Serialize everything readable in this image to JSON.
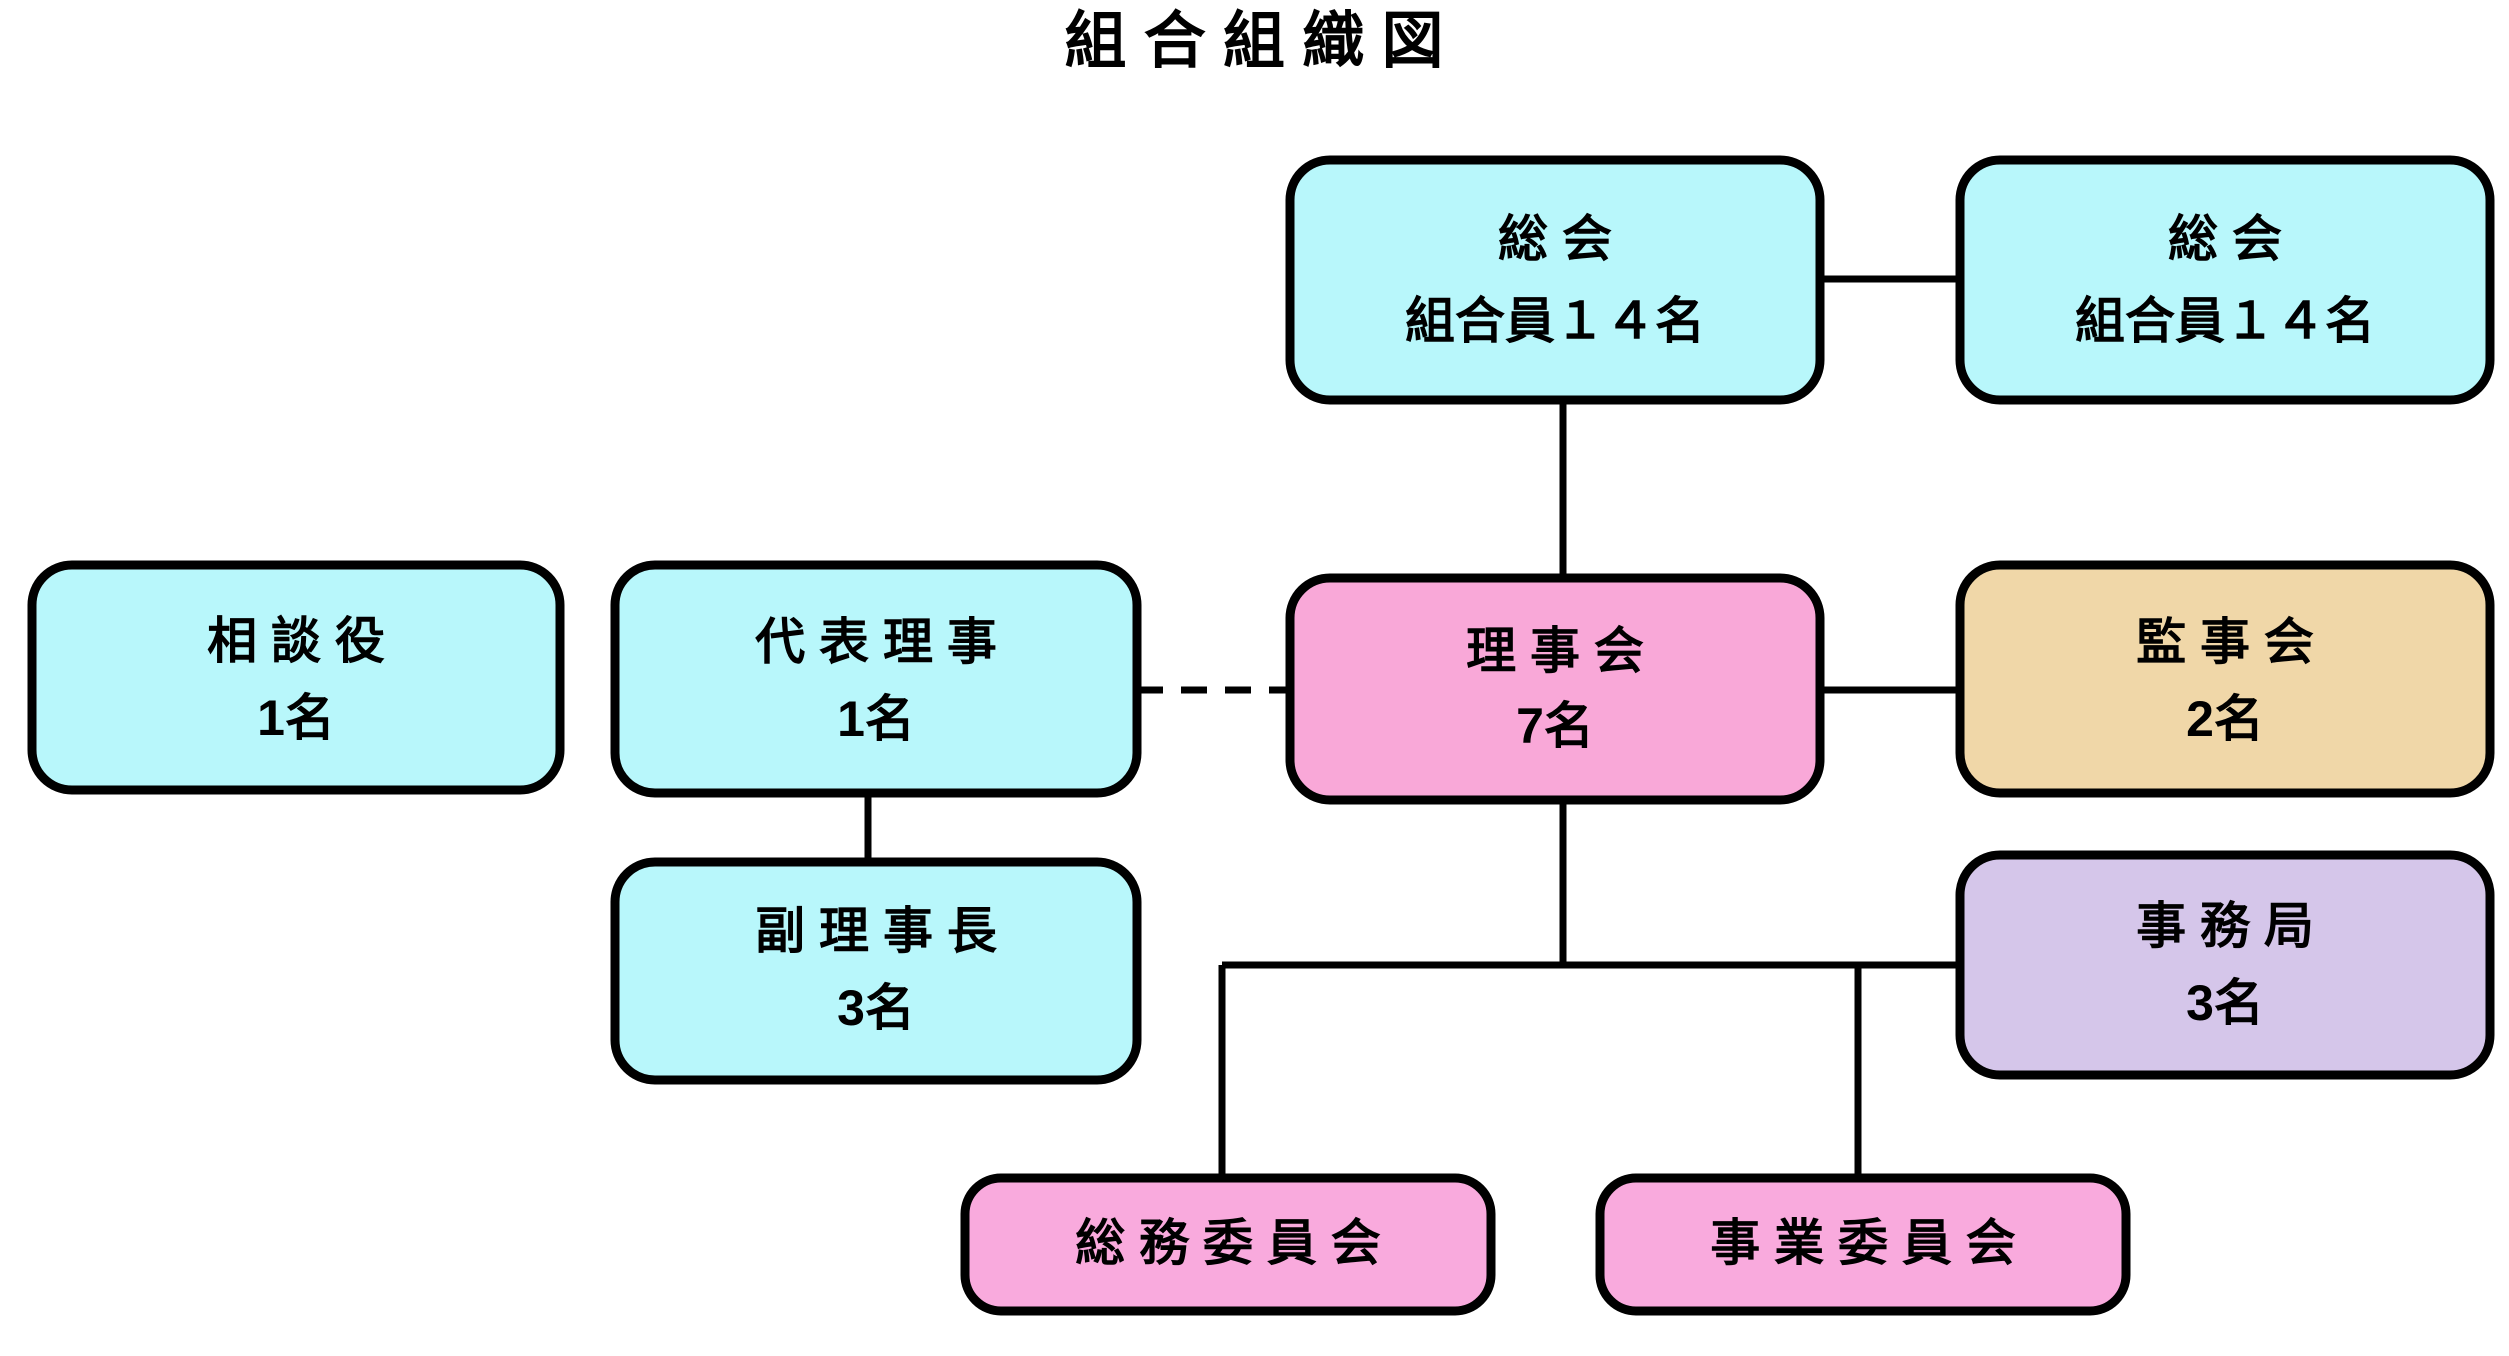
{
  "title": "組  合  組  織  図",
  "colors": {
    "cyan": "#b8f7fb",
    "pink_strong": "#f9a8d8",
    "pink_light": "#f9aadd",
    "tan": "#f0d7a8",
    "purple": "#d5c6ea",
    "outline": "#000000",
    "background": "#ffffff"
  },
  "nodes": {
    "sokai_left": {
      "line1": "総        会",
      "line2": "組合員１４名",
      "color": "#b8f7fb"
    },
    "sokai_right": {
      "line1": "総        会",
      "line2": "組合員１４名",
      "color": "#b8f7fb"
    },
    "sodanyaku": {
      "line1": "相    談    役",
      "line2": "1名",
      "color": "#b8f7fb"
    },
    "daihyo_riji": {
      "line1": "代  表  理  事",
      "line2": "1名",
      "color": "#b8f7fb"
    },
    "rijikai": {
      "line1": "理    事    会",
      "line2": "7名",
      "color": "#f9a8d8"
    },
    "kanjikai": {
      "line1": "監    事    会",
      "line2": "2名",
      "color": "#f0d7a8"
    },
    "fuku_rijicho": {
      "line1": "副  理  事  長",
      "line2": "3名",
      "color": "#b8f7fb"
    },
    "jimukyoku": {
      "line1": "事    務    局",
      "line2": "3名",
      "color": "#d5c6ea"
    },
    "somu_iinkai": {
      "line1": "総 務 委 員 会",
      "color": "#f9aadd"
    },
    "jigyo_iinkai": {
      "line1": "事 業 委 員 会",
      "color": "#f9aadd"
    }
  },
  "connections": [
    {
      "name": "sokai-to-sokai",
      "style": "solid"
    },
    {
      "name": "sokai-to-rijikai",
      "style": "solid"
    },
    {
      "name": "daihyo-to-rijikai",
      "style": "dashed"
    },
    {
      "name": "daihyo-to-fuku",
      "style": "solid"
    },
    {
      "name": "rijikai-to-kanjikai",
      "style": "solid"
    },
    {
      "name": "rijikai-to-bus",
      "style": "solid"
    },
    {
      "name": "bus-to-somu",
      "style": "solid"
    },
    {
      "name": "bus-to-jigyo",
      "style": "solid"
    },
    {
      "name": "bus-to-jimukyoku",
      "style": "solid"
    }
  ]
}
